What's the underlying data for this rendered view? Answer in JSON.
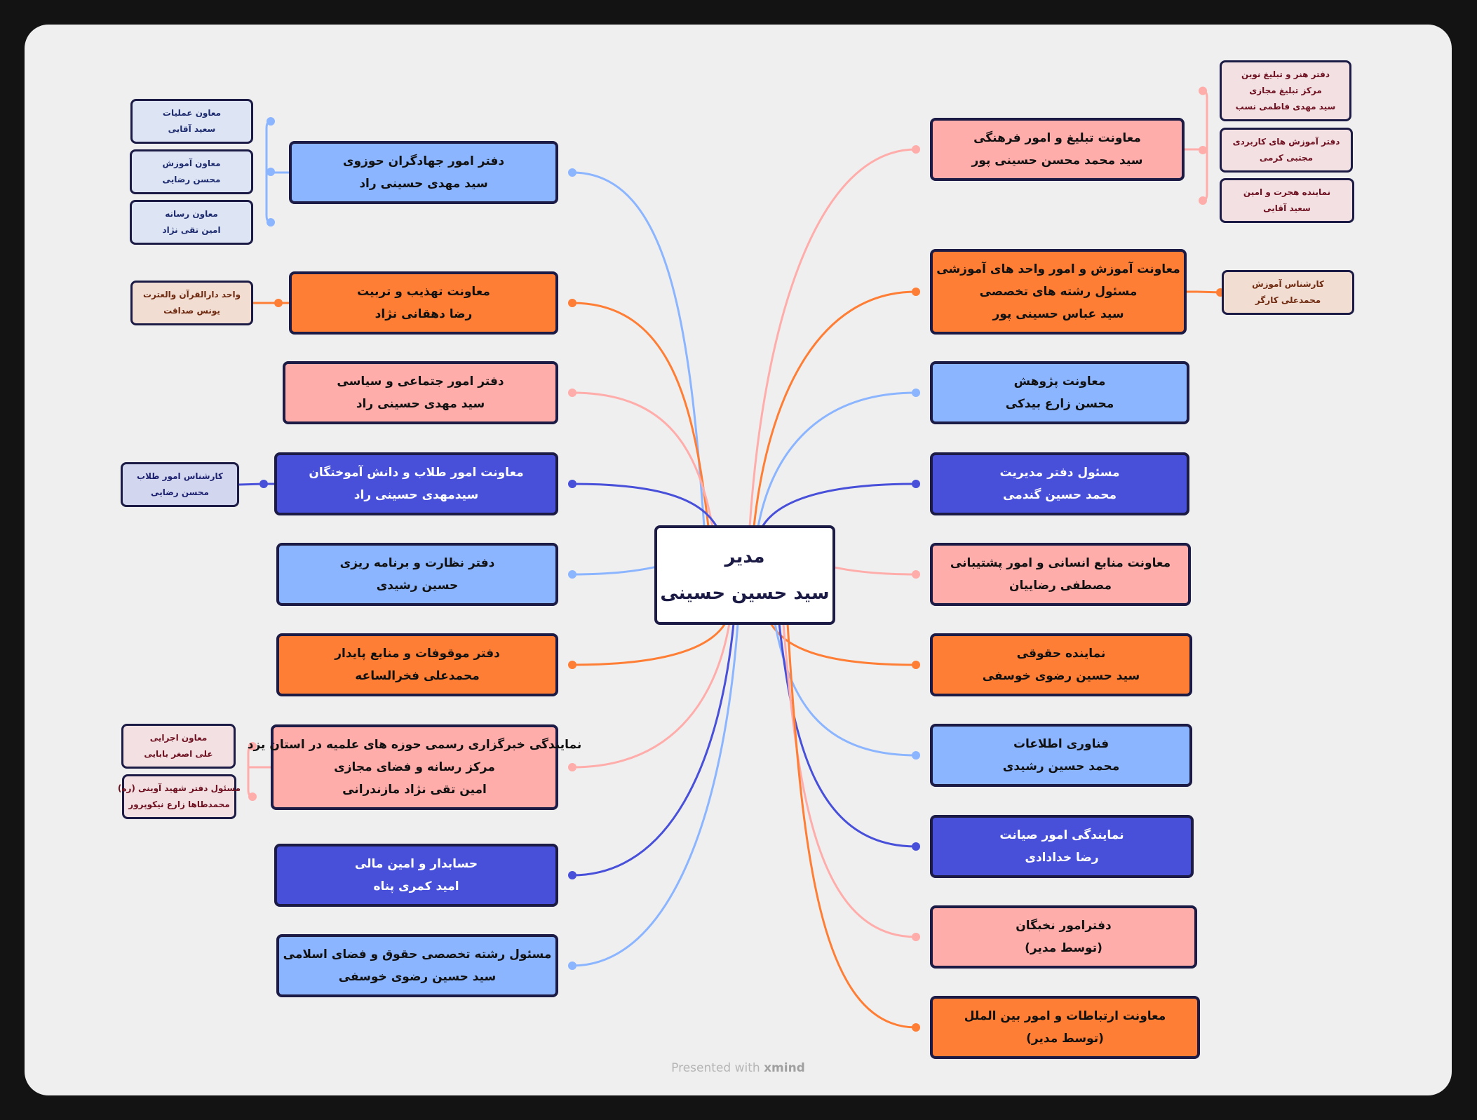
{
  "center": {
    "title": "مدیر",
    "name": "سید حسین حسینی"
  },
  "colors": {
    "light_blue": "#8cb5ff",
    "orange": "#ff7e35",
    "pink": "#ffadab",
    "indigo": "#4850d9",
    "border": "#1b1b45"
  },
  "left_nodes": [
    {
      "color": "light_blue",
      "lines": [
        "دفتر امور جهادگران حوزوی",
        "سید مهدی حسینی راد"
      ],
      "children": [
        {
          "lines": [
            "معاون عملیات",
            "سعید آقایی"
          ]
        },
        {
          "lines": [
            "معاون آموزش",
            "محسن رضایی"
          ]
        },
        {
          "lines": [
            "معاون رسانه",
            "امین تقی نژاد"
          ]
        }
      ]
    },
    {
      "color": "orange",
      "lines": [
        "معاونت تهذیب و تربیت",
        "رضا دهقانی نژاد"
      ],
      "children": [
        {
          "lines": [
            "واحد دارالقرآن والعترت",
            "یونس صداقت"
          ]
        }
      ]
    },
    {
      "color": "pink",
      "lines": [
        "دفتر امور جتماعی و سیاسی",
        "سید مهدی حسینی راد"
      ],
      "children": []
    },
    {
      "color": "indigo",
      "lines": [
        "معاونت امور طلاب و دانش آموختگان",
        "سیدمهدی حسینی راد"
      ],
      "children": [
        {
          "lines": [
            "کارشناس امور طلاب",
            "محسن رضایی"
          ]
        }
      ]
    },
    {
      "color": "light_blue",
      "lines": [
        "دفتر نظارت و برنامه ریزی",
        "حسین رشیدی"
      ],
      "children": []
    },
    {
      "color": "orange",
      "lines": [
        "دفتر موقوفات و منابع پایدار",
        "محمدعلی فخرالساعه"
      ],
      "children": []
    },
    {
      "color": "pink",
      "lines": [
        "نمایندگی خبرگزاری رسمی حوزه های علمیه در استان یزد",
        "مرکز رسانه و فضای مجازی",
        "امین تقی نژاد مازندرانی"
      ],
      "children": [
        {
          "lines": [
            "معاون اجرایی",
            "علی اصغر بابایی"
          ]
        },
        {
          "lines": [
            "مسئول دفتر شهید آوینی (ره)",
            "محمدطاها زارع نیکوپرور"
          ]
        }
      ]
    },
    {
      "color": "indigo",
      "lines": [
        "حسابدار و امین مالی",
        "امید کمری پناه"
      ],
      "children": []
    },
    {
      "color": "light_blue",
      "lines": [
        "مسئول رشته تخصصی حقوق و فضای اسلامی",
        "سید حسین رضوی خوسفی"
      ],
      "children": []
    }
  ],
  "right_nodes": [
    {
      "color": "pink",
      "lines": [
        "معاونت تبلیغ و امور فرهنگی",
        "سید محمد محسن حسینی پور"
      ],
      "children": [
        {
          "lines": [
            "دفتر هنر و تبلیغ نوین",
            "مرکز تبلیغ مجازی",
            "سید مهدی فاطمی نسب"
          ]
        },
        {
          "lines": [
            "دفتر آموزش های کاربردی",
            "مجتبی کرمی"
          ]
        },
        {
          "lines": [
            "نماینده هجرت و امین",
            "سعید آقایی"
          ]
        }
      ]
    },
    {
      "color": "orange",
      "lines": [
        "معاونت آموزش و امور واحد های آموزشی",
        "مسئول رشته های تخصصی",
        "سید عباس حسینی پور"
      ],
      "children": [
        {
          "lines": [
            "کارشناس آموزش",
            "محمدعلی کارگر"
          ]
        }
      ]
    },
    {
      "color": "light_blue",
      "lines": [
        "معاونت پژوهش",
        "محسن زارع بیدکی"
      ],
      "children": []
    },
    {
      "color": "indigo",
      "lines": [
        "مسئول دفتر مدیریت",
        "محمد حسین گندمی"
      ],
      "children": []
    },
    {
      "color": "pink",
      "lines": [
        "معاونت منابع انسانی و امور پشتیبانی",
        "مصطفی رضاییان"
      ],
      "children": []
    },
    {
      "color": "orange",
      "lines": [
        "نماینده حقوقی",
        "سید حسین رضوی خوسفی"
      ],
      "children": []
    },
    {
      "color": "light_blue",
      "lines": [
        "فناوری اطلاعات",
        "محمد حسین رشیدی"
      ],
      "children": []
    },
    {
      "color": "indigo",
      "lines": [
        "نمایندگی امور صیانت",
        "رضا خدادادی"
      ],
      "children": []
    },
    {
      "color": "pink",
      "lines": [
        "دفترامور نخبگان",
        "(توسط مدیر)"
      ],
      "children": []
    },
    {
      "color": "orange",
      "lines": [
        "معاونت ارتباطات و امور بین الملل",
        "(توسط مدیر)"
      ],
      "children": []
    }
  ],
  "footer": {
    "prefix": "Presented with",
    "brand": "xmind"
  }
}
